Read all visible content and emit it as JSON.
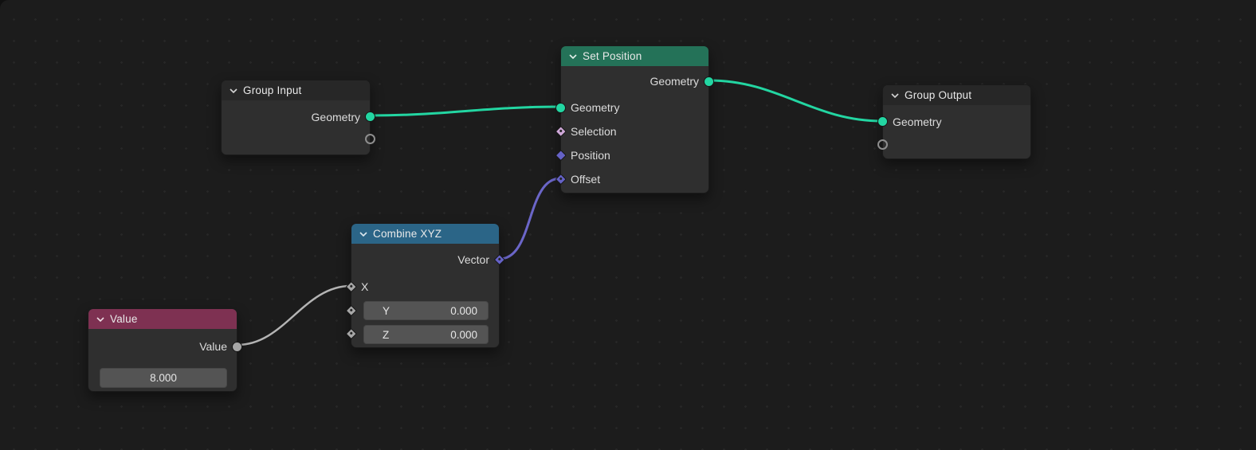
{
  "editor": "blender-geometry-node-editor",
  "colors": {
    "background": "#1c1c1c",
    "grid_dot": "#272727",
    "node_body": "#2f2f2f",
    "node_header_default": "#272727",
    "header_geometry_green": "#247258",
    "header_converter_blue": "#2b6587",
    "header_input_red": "#7e3152",
    "socket_geometry": "#23d6a2",
    "socket_vector": "#6562c6",
    "socket_boolean": "#cfa8d8",
    "socket_float": "#a6a6a6",
    "wire_geometry": "#23d6a2",
    "wire_vector": "#6b66c8",
    "wire_float": "#b4b4b4"
  },
  "nodes": {
    "group_input": {
      "title": "Group Input",
      "outputs": [
        {
          "label": "Geometry",
          "type": "geometry"
        }
      ]
    },
    "set_position": {
      "title": "Set Position",
      "outputs": [
        {
          "label": "Geometry",
          "type": "geometry"
        }
      ],
      "inputs": [
        {
          "label": "Geometry",
          "type": "geometry"
        },
        {
          "label": "Selection",
          "type": "boolean-field"
        },
        {
          "label": "Position",
          "type": "vector"
        },
        {
          "label": "Offset",
          "type": "vector-field"
        }
      ]
    },
    "group_output": {
      "title": "Group Output",
      "inputs": [
        {
          "label": "Geometry",
          "type": "geometry"
        }
      ]
    },
    "combine_xyz": {
      "title": "Combine XYZ",
      "outputs": [
        {
          "label": "Vector",
          "type": "vector-field"
        }
      ],
      "inputs": [
        {
          "label": "X",
          "type": "float-field"
        }
      ],
      "fields": [
        {
          "label": "Y",
          "value": "0.000"
        },
        {
          "label": "Z",
          "value": "0.000"
        }
      ]
    },
    "value": {
      "title": "Value",
      "outputs": [
        {
          "label": "Value",
          "type": "float"
        }
      ],
      "field": {
        "value": "8.000"
      }
    }
  },
  "links": [
    {
      "from": "Group Input.Geometry",
      "to": "Set Position.Geometry",
      "color": "geometry"
    },
    {
      "from": "Set Position.Geometry",
      "to": "Group Output.Geometry",
      "color": "geometry"
    },
    {
      "from": "Combine XYZ.Vector",
      "to": "Set Position.Offset",
      "color": "vector"
    },
    {
      "from": "Value.Value",
      "to": "Combine XYZ.X",
      "color": "float"
    }
  ]
}
